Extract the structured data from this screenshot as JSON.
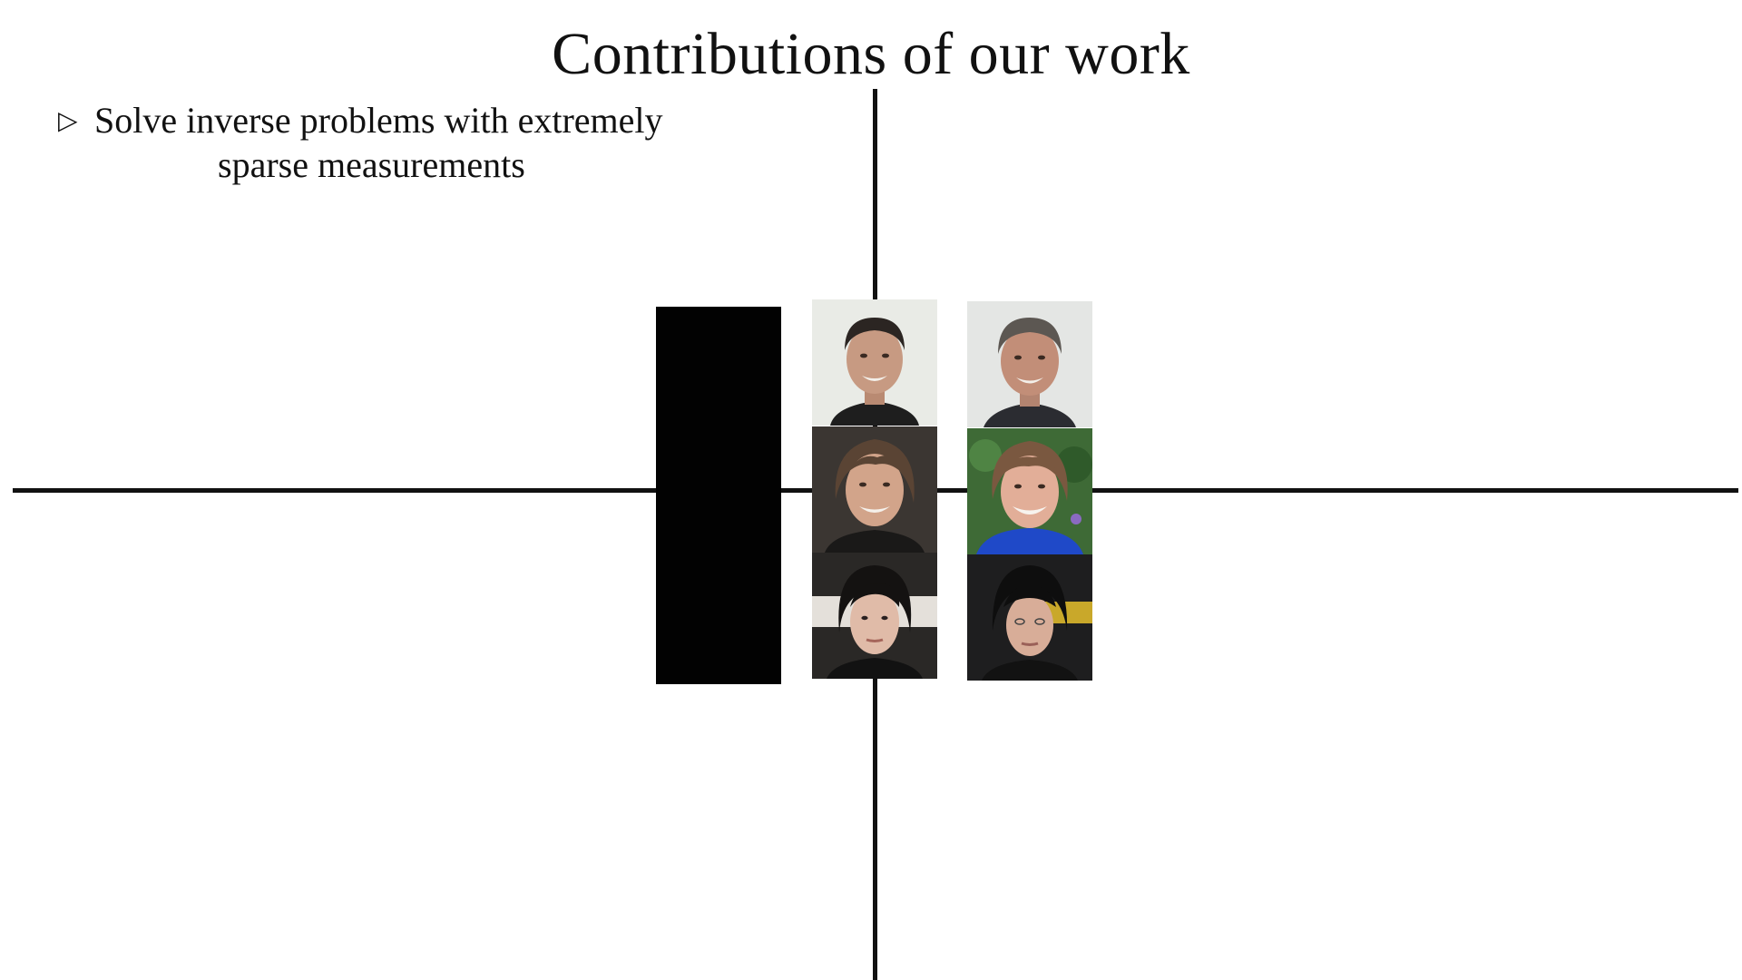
{
  "slide": {
    "title": "Contributions of our work",
    "bullets": [
      {
        "marker": "▷",
        "line1": "Solve inverse problems with extremely",
        "line2": "sparse measurements"
      }
    ]
  },
  "figure": {
    "measurement_panel_color": "#020202",
    "columns": [
      {
        "role": "reconstruction",
        "faces": [
          "face-man-short-dark-hair",
          "face-woman-curly-brown-hair",
          "face-woman-black-bob-hair"
        ]
      },
      {
        "role": "ground-truth",
        "faces": [
          "face-man-grey-hair",
          "face-woman-smiling-outdoors",
          "face-woman-black-headscarf"
        ]
      }
    ]
  }
}
